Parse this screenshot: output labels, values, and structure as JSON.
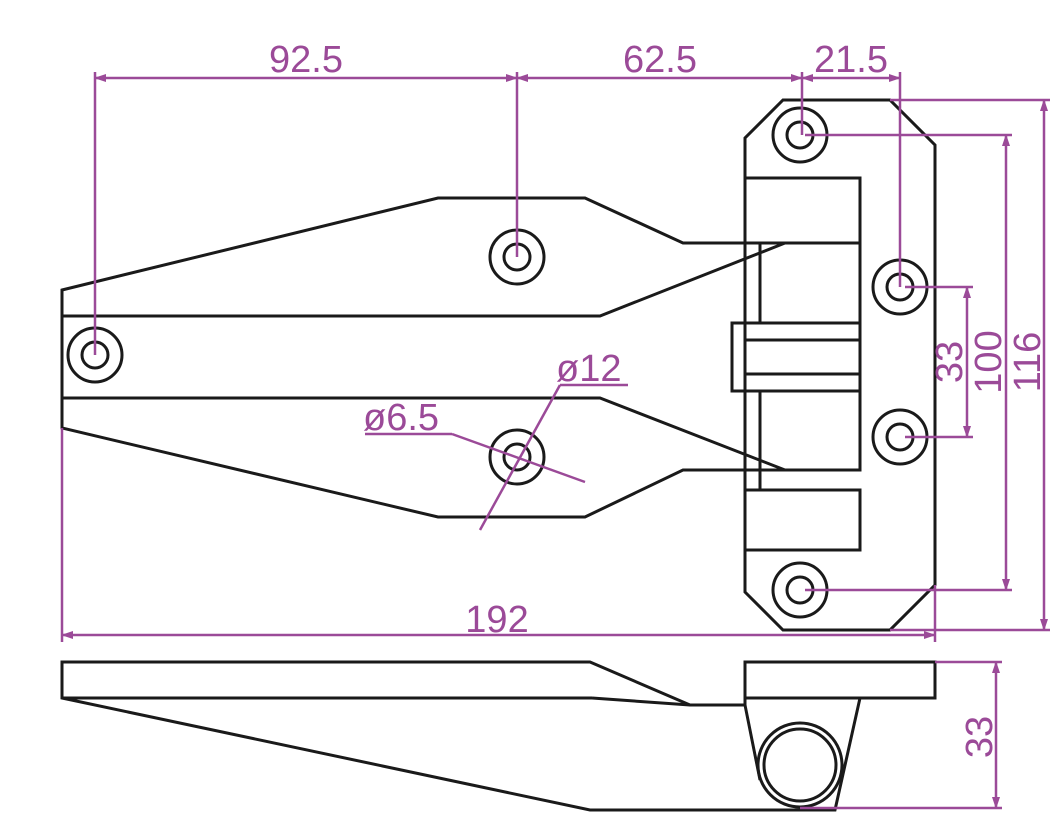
{
  "dimensions": {
    "hole_spacing_1": "92.5",
    "hole_spacing_2": "62.5",
    "hinge_offset": "21.5",
    "hole_pitch": "33",
    "hole_span_outer": "100",
    "overall_height": "116",
    "overall_length": "192",
    "thickness": "33",
    "bore_diameter": "ø12",
    "hole_diameter": "ø6.5"
  },
  "colors": {
    "outline": "#1a1a1a",
    "dimension": "#9b4a98",
    "background": "#ffffff"
  }
}
